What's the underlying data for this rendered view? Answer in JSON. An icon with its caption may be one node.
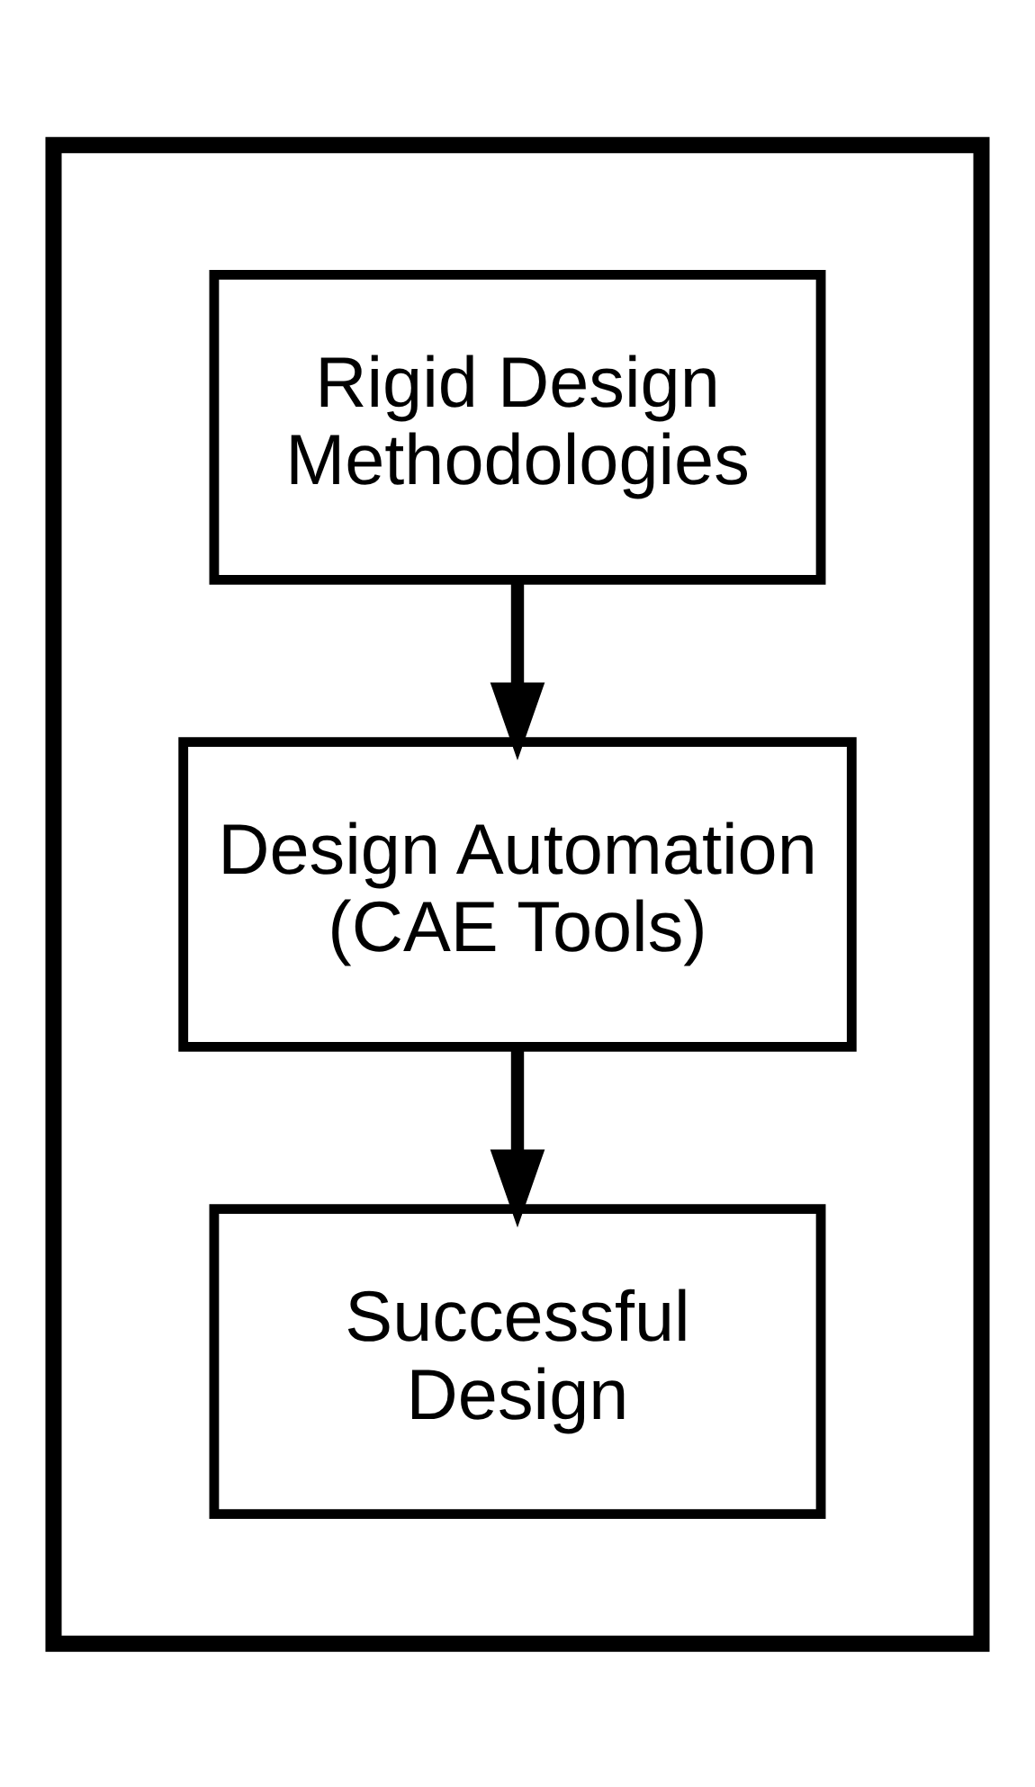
{
  "diagram": {
    "nodes": [
      {
        "text": [],
        "shape": "box"
      },
      {
        "text": [
          "Rigid Design Methodologies"
        ],
        "in": 0
      },
      {
        "text": [
          "Design Automation (CAE Tools)"
        ],
        "in": 0
      },
      {
        "text": [
          "Successful Design"
        ],
        "in": 0
      }
    ],
    "edges": [
      {
        "from": 1,
        "to": 2,
        "arrow": "to"
      },
      {
        "from": 2,
        "to": 3,
        "arrow": "to"
      }
    ]
  }
}
